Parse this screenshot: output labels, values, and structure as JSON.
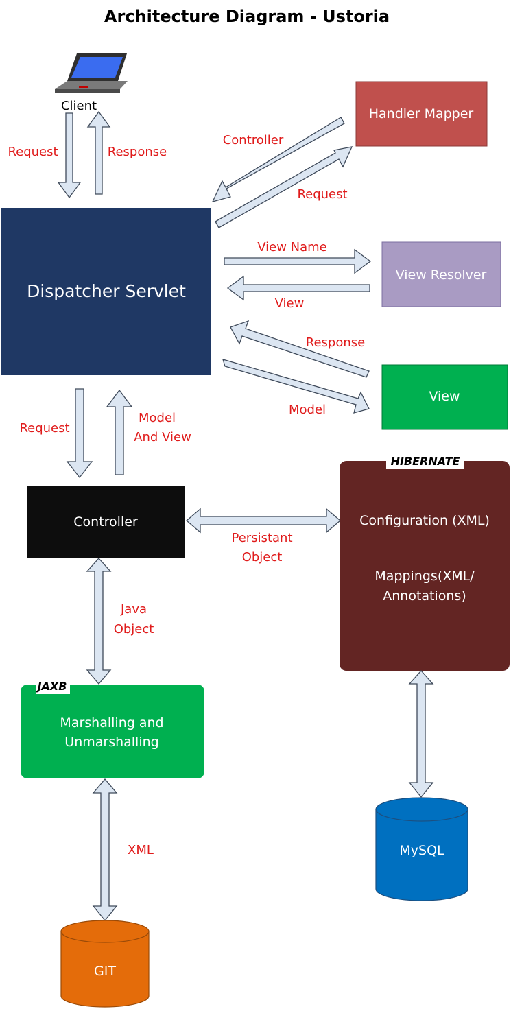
{
  "title": "Architecture Diagram - Ustoria",
  "colors": {
    "handler_mapper": "#c0504d",
    "dispatcher": "#1f3864",
    "view_resolver": "#a99bc3",
    "view": "#00b050",
    "controller": "#0d0d0d",
    "hibernate": "#632523",
    "jaxb": "#00b050",
    "mysql": "#0070c0",
    "git": "#e46c0a",
    "label": "#e01b1b",
    "arrow_fill": "#dce6f2"
  },
  "nodes": {
    "client": "Client",
    "dispatcher": "Dispatcher Servlet",
    "handler_mapper": "Handler Mapper",
    "view_resolver": "View Resolver",
    "view": "View",
    "controller": "Controller",
    "hibernate": {
      "tag": "HIBERNATE",
      "line1": "Configuration (XML)",
      "line2": "Mappings(XML/",
      "line3": "Annotations)"
    },
    "jaxb": {
      "tag": "JAXB",
      "line1": "Marshalling and",
      "line2": "Unmarshalling"
    },
    "mysql": "MySQL",
    "git": "GIT"
  },
  "labels": {
    "client_request": "Request",
    "client_response": "Response",
    "hm_controller": "Controller",
    "hm_request": "Request",
    "view_name": "View Name",
    "view_back": "View",
    "view_response": "Response",
    "view_model": "Model",
    "ctrl_request": "Request",
    "model_and_view_1": "Model",
    "model_and_view_2": "And View",
    "persistant_1": "Persistant",
    "persistant_2": "Object",
    "java_1": "Java",
    "java_2": "Object",
    "xml": "XML"
  }
}
